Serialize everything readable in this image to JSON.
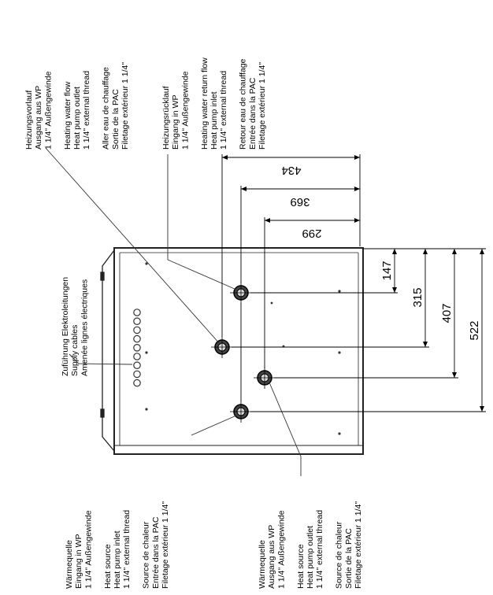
{
  "labels": {
    "heating_flow": [
      "Heizungsvorlauf",
      "Ausgang aus WP",
      "1 1/4\" Außengewinde",
      "",
      "Heating water flow",
      "Heat pump outlet",
      "1 1/4\" external thread",
      "",
      "Aller eau de chauffage",
      "Sortie de la PAC",
      "Filetage extérieur 1 1/4\""
    ],
    "heating_return": [
      "Heizungsrücklauf",
      "Eingang in WP",
      "1 1/4\" Außengewinde",
      "",
      "Heating water return flow",
      "Heat pump inlet",
      "1 1/4\" external thread",
      "",
      "Retour eau de chauffage",
      "Entrée dans la PAC",
      "Filetage extérieur 1 1/4\""
    ],
    "supply_cables": [
      "Zuführung Elektroleitungen",
      "Supply cables",
      "Amenée lignes électriques"
    ],
    "heat_source_inlet": [
      "Wärmequelle",
      "Eingang in WP",
      "1 1/4\" Außengewinde",
      "",
      "Heat source",
      "Heat pump inlet",
      "1 1/4\" external thread",
      "",
      "Source de chaleur",
      "Entrée dans la PAC",
      "Filetage extérieur 1 1/4\""
    ],
    "heat_source_outlet": [
      "Wärmequelle",
      "Ausgang aus WP",
      "1 1/4\" Außengewinde",
      "",
      "Heat source",
      "Heat pump outlet",
      "1 1/4\" external thread",
      "",
      "Source de chaleur",
      "Sortie de la PAC",
      "Filetage extérieur 1 1/4\""
    ]
  },
  "dimensions": {
    "vertical": [
      "434",
      "369",
      "299"
    ],
    "horizontal": [
      "147",
      "315",
      "407",
      "522"
    ]
  }
}
